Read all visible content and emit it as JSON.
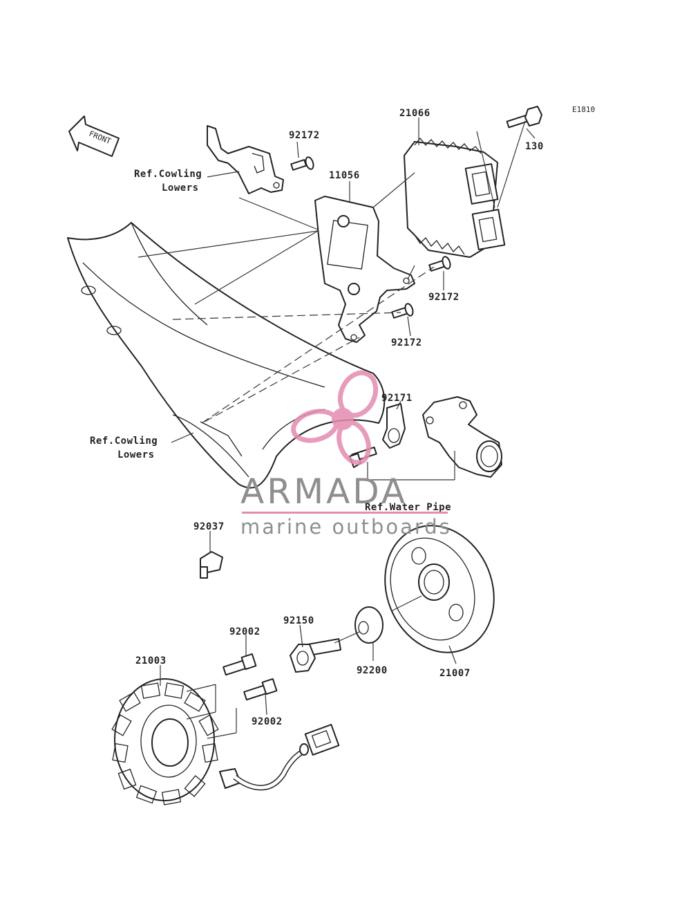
{
  "diagram_code": "E1810",
  "front_marker": "FRONT",
  "labels": {
    "p21066": "21066",
    "p130": "130",
    "p92172_top": "92172",
    "ref_cowling_top_1": "Ref.Cowling",
    "ref_cowling_top_2": "Lowers",
    "p11056": "11056",
    "p92172_mid": "92172",
    "p92172_low": "92172",
    "p92171": "92171",
    "ref_cowling_left_1": "Ref.Cowling",
    "ref_cowling_left_2": "Lowers",
    "ref_water_pipe": "Ref.Water Pipe",
    "p92037": "92037",
    "p92150": "92150",
    "p92002_top": "92002",
    "p21003": "21003",
    "p92200": "92200",
    "p21007": "21007",
    "p92002_low": "92002"
  },
  "watermark": {
    "title": "ARMADA",
    "subtitle": "marine outboards",
    "logo_color": "#e48bb1",
    "text_color": "#8e8e8e"
  }
}
